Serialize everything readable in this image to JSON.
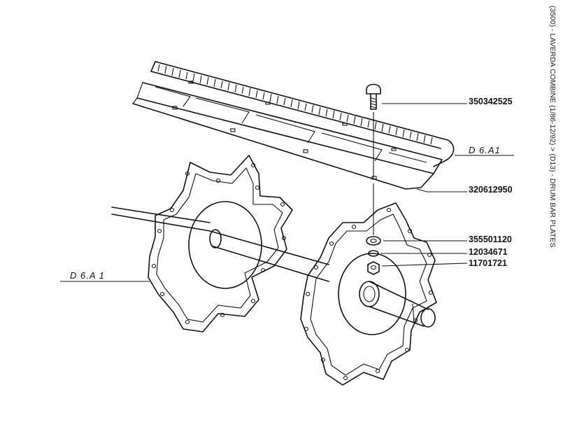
{
  "side_title": "(3500) - LAVERDA COMBINE (1/86-12/92) > (D13) - DRUM BAR PLATES",
  "parts": [
    {
      "number": "350342525",
      "name": "bolt"
    },
    {
      "number": "320612950",
      "name": "bar-plate"
    },
    {
      "number": "355501120",
      "name": "washer"
    },
    {
      "number": "12034671",
      "name": "lock-washer"
    },
    {
      "number": "11701721",
      "name": "nut"
    }
  ],
  "references": [
    "D 6.A1",
    "D 6.A 1"
  ]
}
